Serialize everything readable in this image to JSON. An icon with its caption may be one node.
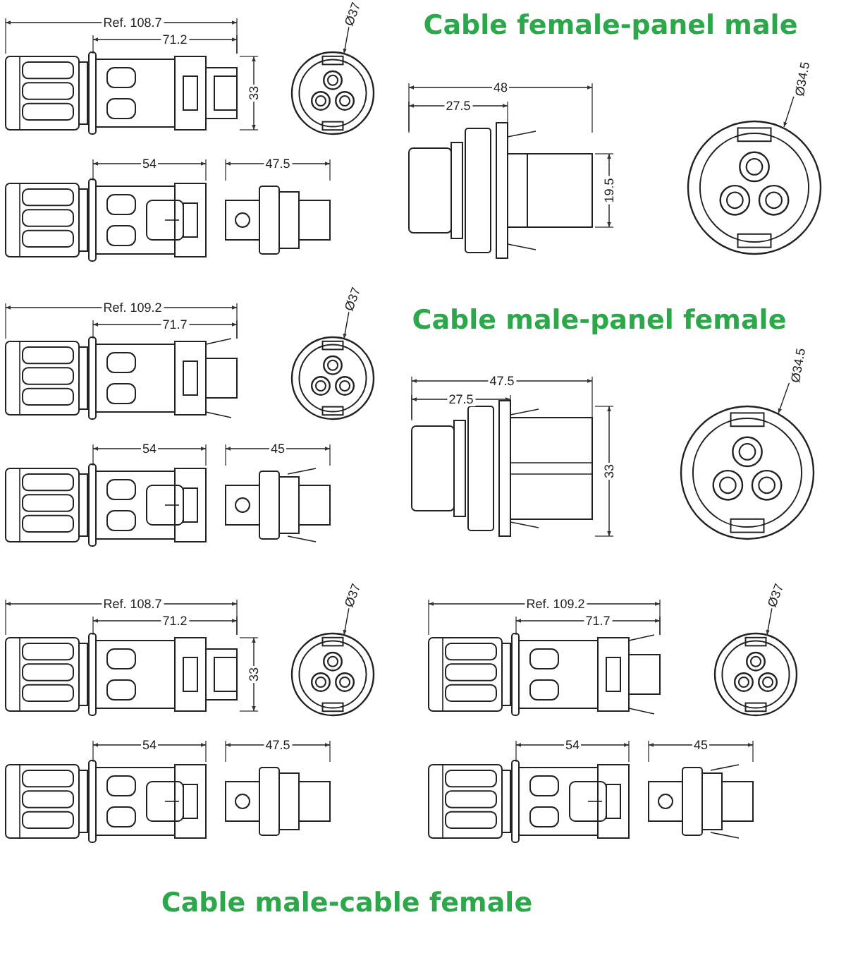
{
  "diagram": {
    "labels": [
      "Cable female-panel male",
      "Ref. 108.7",
      "71.2",
      "33",
      "Ø37",
      "54",
      "47.5",
      "48",
      "27.5",
      "19.5",
      "Ø34.5",
      "Cable male-panel female",
      "Ref. 109.2",
      "71.7",
      "Ø37",
      "54",
      "45",
      "47.5",
      "27.5",
      "33",
      "Ø34.5",
      "Ref. 108.7",
      "71.2",
      "33",
      "Ø37",
      "54",
      "47.5",
      "Ref. 109.2",
      "71.7",
      "Ø37",
      "54",
      "45",
      "Cable male-cable female"
    ]
  }
}
